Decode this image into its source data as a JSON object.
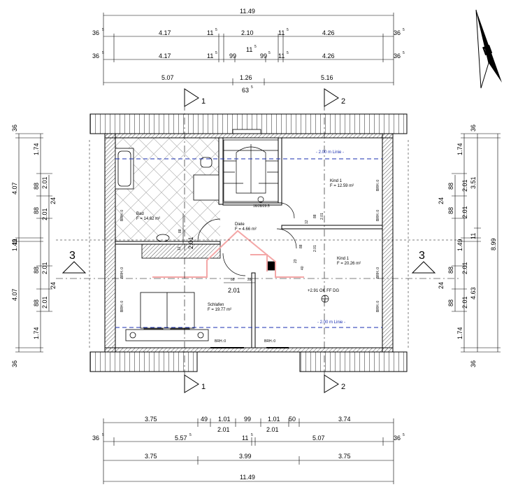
{
  "colors": {
    "line": "#000000",
    "wall_hatch": "#555555",
    "tile": "#b5b5b5",
    "blue_dash": "#1a2fb0",
    "red_mark": "#f4a7a7",
    "roof": "#ffffff"
  },
  "north_arrow": {
    "letter": "N",
    "icon": "north-arrow-icon"
  },
  "section_markers": [
    {
      "id": "1",
      "label": "1"
    },
    {
      "id": "2",
      "label": "2"
    },
    {
      "id": "3",
      "label": "3"
    }
  ],
  "dimensions": {
    "top": {
      "overall": "11.49",
      "row1": [
        "36",
        "4.17",
        "11",
        "2.10",
        "11",
        "4.26",
        "36"
      ],
      "row2": [
        "36",
        "4.17",
        "11",
        "99",
        "11",
        "99",
        "11",
        "4.26",
        "36"
      ],
      "row3": [
        "5.07",
        "1.26",
        "5.16"
      ],
      "row3_sub": "63",
      "sup": "5"
    },
    "bottom": {
      "row1": [
        "3.75",
        "49",
        "1.01",
        "99",
        "1.01",
        "50",
        "3.74"
      ],
      "row1_sub": [
        "2.01",
        "2.01"
      ],
      "row2": [
        "36",
        "5.57",
        "11",
        "5.07",
        "36"
      ],
      "row3": [
        "3.75",
        "3.99",
        "3.75"
      ],
      "overall": "11.49",
      "sup": "5"
    },
    "left": {
      "outer": [
        "36",
        "4.07",
        "11",
        "1.49",
        "4.07",
        "36"
      ],
      "inner": [
        "1.74",
        "88",
        "2.01",
        "88",
        "2.01",
        "88",
        "2.01",
        "88",
        "2.01",
        "1.74"
      ],
      "side": [
        "24",
        "24"
      ]
    },
    "right": {
      "overall": "8.99",
      "col1": [
        "36",
        "3.51",
        "11",
        "4.63"
      ],
      "inner": [
        "1.74",
        "2.01",
        "88",
        "2.01",
        "88",
        "1.49",
        "88",
        "2.01",
        "88",
        "2.01",
        "1.74",
        "36"
      ],
      "side": [
        "24",
        "24"
      ]
    },
    "interior": [
      "2.01",
      "88",
      "2.01",
      "12",
      "88",
      "2.01",
      "88",
      "12",
      "23",
      "40",
      "88",
      "28",
      "2.01",
      "5"
    ]
  },
  "rooms": {
    "bad": {
      "name": "Bad",
      "area": "F = 14.62 m²"
    },
    "diele": {
      "name": "Diele",
      "area": "F = 4.66 m²"
    },
    "kind1_top": {
      "name": "Kind 1",
      "area": "F = 12.59 m²"
    },
    "kind1_bottom": {
      "name": "Kind 1",
      "area": "F = 20.26 m²"
    },
    "schlafen": {
      "name": "Schlafen",
      "area": "F = 19.77 m²"
    },
    "stair": "16/28/29.5"
  },
  "labels": {
    "line_200_top": "- 2.00 m Linie -",
    "line_200_bottom": "- 2.00 m Linie -",
    "level": "+2.91 OK FF DG",
    "brh": "BRH.:0"
  }
}
